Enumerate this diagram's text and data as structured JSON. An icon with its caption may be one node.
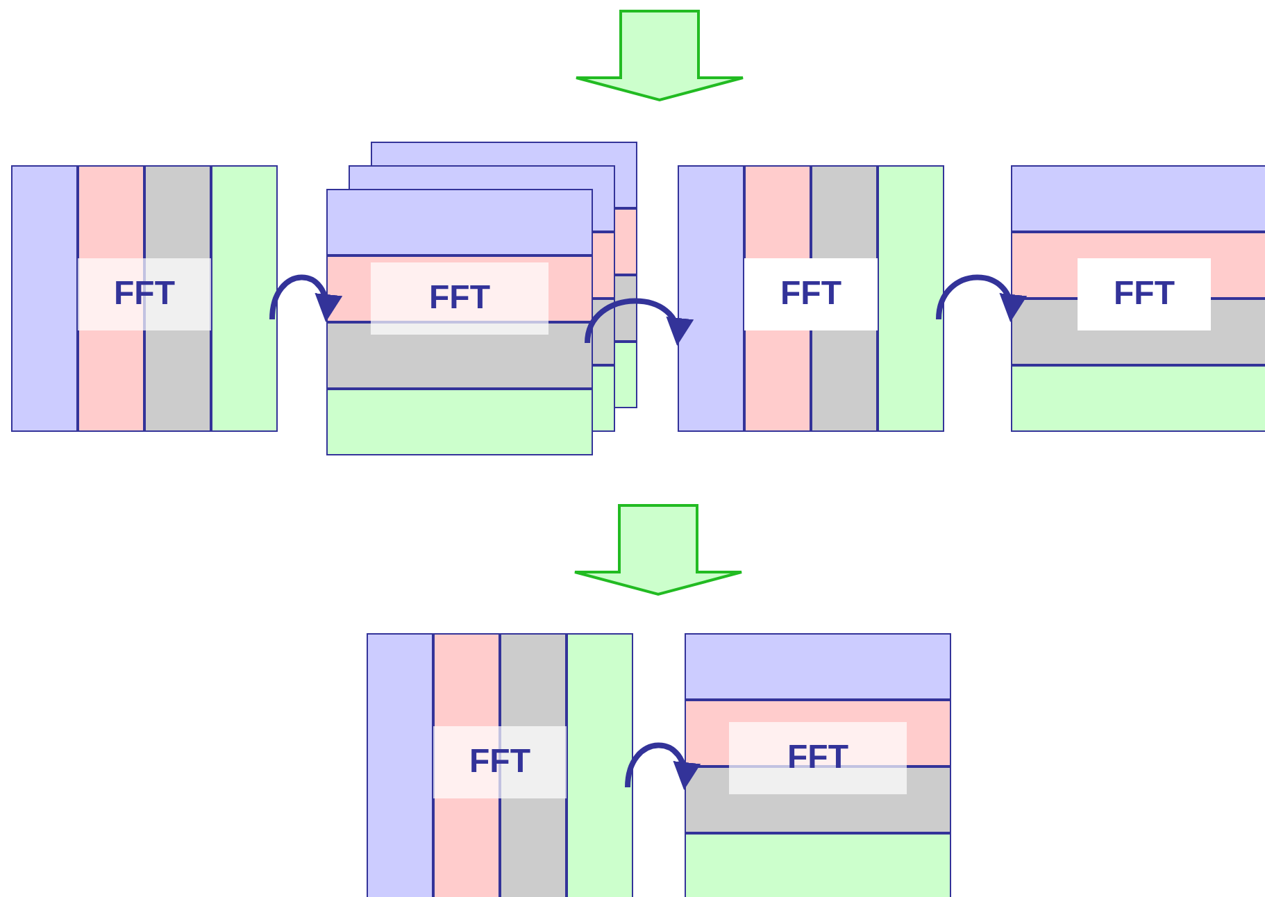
{
  "diagram": {
    "nodes": [
      {
        "text": [
          "FFT"
        ]
      },
      {
        "text": [
          "FFT"
        ]
      },
      {
        "text": [
          "FFT"
        ]
      },
      {
        "text": [
          "FFT"
        ]
      },
      {
        "text": [
          "FFT"
        ]
      },
      {
        "text": [
          "FFT"
        ]
      }
    ],
    "edges": [
      {
        "from": 0,
        "to": 1,
        "arrow": "to"
      },
      {
        "from": 1,
        "to": 2,
        "arrow": "to"
      },
      {
        "from": 2,
        "to": 3,
        "arrow": "to"
      },
      {
        "from": 4,
        "to": 5,
        "arrow": "to"
      }
    ]
  }
}
